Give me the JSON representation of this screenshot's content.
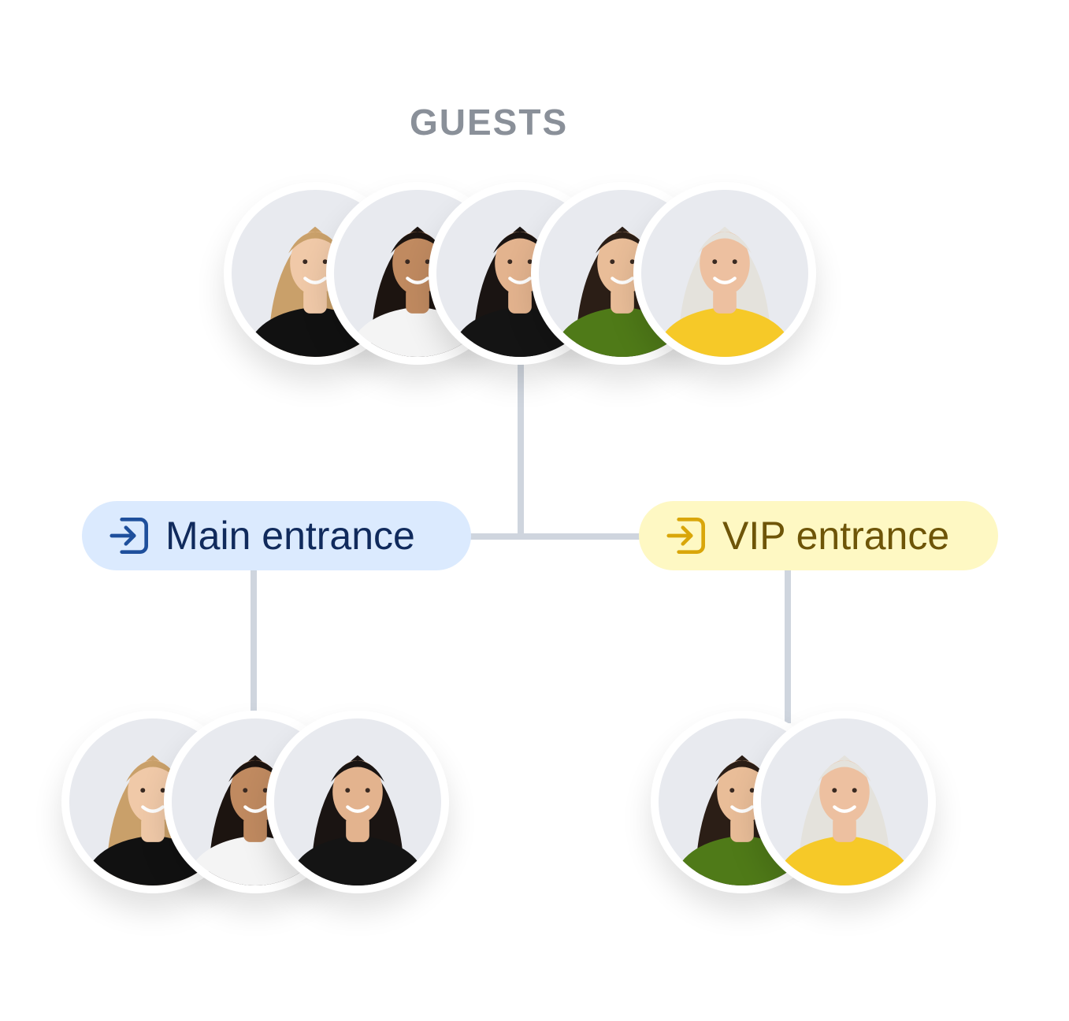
{
  "title": "GUESTS",
  "colors": {
    "connector": "#cfd5de",
    "main_bg": "#dbeafe",
    "main_fg": "#102a5c",
    "main_icon": "#1e4f9c",
    "vip_bg": "#fef8c3",
    "vip_fg": "#6e5508",
    "vip_icon": "#d9a60a"
  },
  "entrances": {
    "main": {
      "label": "Main entrance",
      "icon": "enter-icon"
    },
    "vip": {
      "label": "VIP entrance",
      "icon": "enter-icon"
    }
  },
  "guests": [
    {
      "id": "blonde-woman",
      "hair": "#c9a06a",
      "skin": "#f0c9a8",
      "shirt": "#111111"
    },
    {
      "id": "smiling-man",
      "hair": "#1c1410",
      "skin": "#c08a60",
      "shirt": "#f4f4f4"
    },
    {
      "id": "dark-hair-woman",
      "hair": "#1a1412",
      "skin": "#e3b38e",
      "shirt": "#141414"
    },
    {
      "id": "woman-green-shirt",
      "hair": "#2b1e16",
      "skin": "#e9bd98",
      "shirt": "#4f7a18"
    },
    {
      "id": "senior-woman",
      "hair": "#e4e2dc",
      "skin": "#edc0a0",
      "shirt": "#f6c928"
    }
  ],
  "groups": {
    "all": [
      0,
      1,
      2,
      3,
      4
    ],
    "main": [
      0,
      1,
      2
    ],
    "vip": [
      3,
      4
    ]
  }
}
